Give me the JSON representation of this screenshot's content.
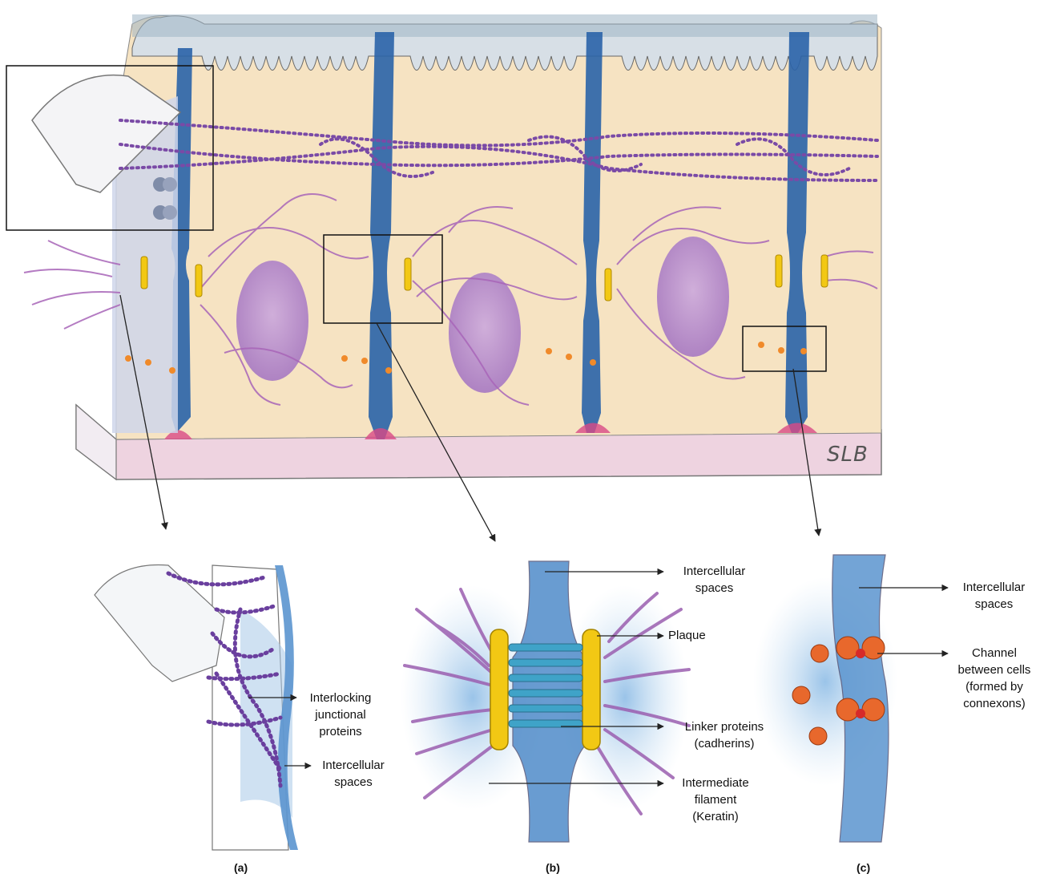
{
  "signature": "SLB",
  "panel_a": {
    "caption": "(a)",
    "labels": {
      "interlocking": [
        "Interlocking",
        "junctional",
        "proteins"
      ],
      "intercellular": [
        "Intercellular",
        "spaces"
      ]
    }
  },
  "panel_b": {
    "caption": "(b)",
    "labels": {
      "intercellular": [
        "Intercellular",
        "spaces"
      ],
      "plaque": [
        "Plaque"
      ],
      "linker": [
        "Linker proteins",
        "(cadherins)"
      ],
      "filament": [
        "Intermediate",
        "filament",
        "(Keratin)"
      ]
    }
  },
  "panel_c": {
    "caption": "(c)",
    "labels": {
      "intercellular": [
        "Intercellular",
        "spaces"
      ],
      "channel": [
        "Channel",
        "between cells",
        "(formed by",
        "connexons)"
      ]
    }
  },
  "colors": {
    "cytoplasm": "#f6e3c2",
    "membrane_blue": "#2a63a8",
    "intercellular_blue": "#6fa3d6",
    "filament_purple": "#9b5fb0",
    "nucleus_purple": "#b88bd0",
    "plaque_yellow": "#f2c814",
    "basement_pink": "#ecc3d6",
    "connexon_orange": "#e8682c"
  }
}
